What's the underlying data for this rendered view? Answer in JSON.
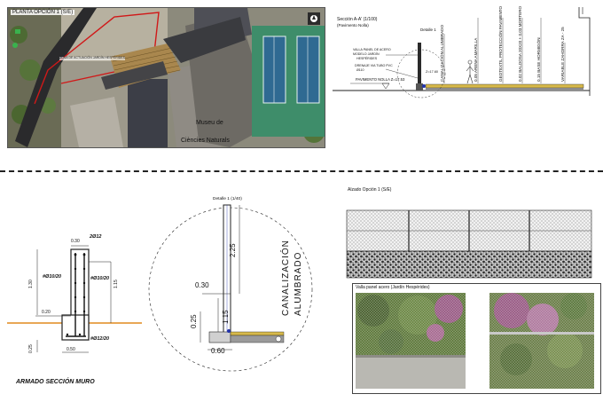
{
  "plan": {
    "title": "PLANTA OPCIÓN 1 (S/E)",
    "museum_line1": "Museu de",
    "museum_line2": "Ciències Naturals",
    "area_note": "ZONA DE ACTUACIÓN JARDÍN HESPÉRIDES"
  },
  "section": {
    "title": "Sección A-A' (1/100)",
    "subtitle": "(Pavimento Nolla)",
    "detail_label": "Detalle 1",
    "callouts": [
      "VALLA PANEL DE ACERO",
      "MODELO JARDÍN",
      "HESPÉRIDES",
      "DRENAJE VIA TUBO PVC",
      "Ø110"
    ],
    "level": "PAVIMENTO NOLLA Z=17.53",
    "z_value": "Z=17.60",
    "layers": [
      "CANALIZACIÓN ALUMBRADO",
      "0.05  ARENA AMARILLA",
      "GEOTEXTIL PROTECCIÓN PAVIMENTO",
      "0.02  BALDOSA 20X20 + 0.03  MORTERO",
      "0.15  BASE HORMIGÓN",
      "VARIABLE ZAHORRA ZA - 25"
    ]
  },
  "wall": {
    "title": "ARMADO SECCIÓN MURO",
    "rebar_top": "2Ø12",
    "rebar_left": "#Ø10/20",
    "rebar_right": "#Ø10/20",
    "rebar_bottom": "#Ø12/20",
    "dims": [
      "0.30",
      "1.30",
      "1.15",
      "0.20",
      "0.25",
      "0.50"
    ]
  },
  "detail": {
    "title": "Detalle 1 (1/40)",
    "dims": [
      "2.25",
      "0.30",
      "1.15",
      "0.25",
      "0.60"
    ],
    "label_line1": "CANALIZACIÓN",
    "label_line2": "ALUMBRADO"
  },
  "elevation": {
    "title": "Alzado Opción 1 (S/E)",
    "photo_caption": "Valla panel acero (Jardín Hespérides)"
  },
  "colors": {
    "ground_line": "#e08a1e",
    "section_accent": "#2233aa",
    "plan_outline": "#d01919",
    "photo_green": "#5f7a3b",
    "photo_purple": "#9b5b86"
  }
}
